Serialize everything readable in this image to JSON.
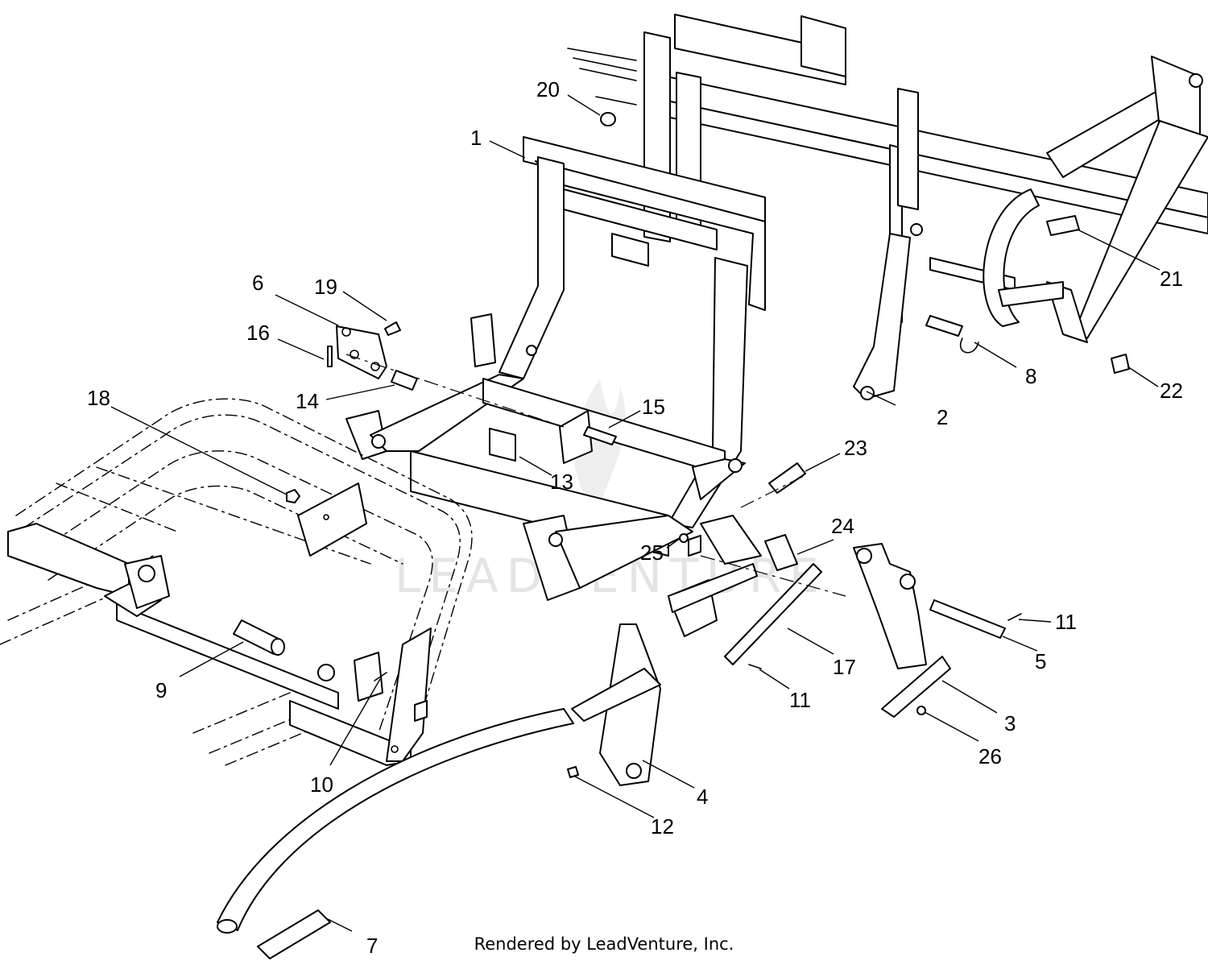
{
  "watermark": "LEADVENTURE",
  "footer": "Rendered by LeadVenture, Inc.",
  "callouts": [
    "1",
    "2",
    "3",
    "4",
    "5",
    "6",
    "7",
    "8",
    "9",
    "10",
    "11",
    "11",
    "12",
    "13",
    "14",
    "15",
    "16",
    "17",
    "18",
    "19",
    "20",
    "21",
    "22",
    "23",
    "24",
    "25",
    "26"
  ]
}
